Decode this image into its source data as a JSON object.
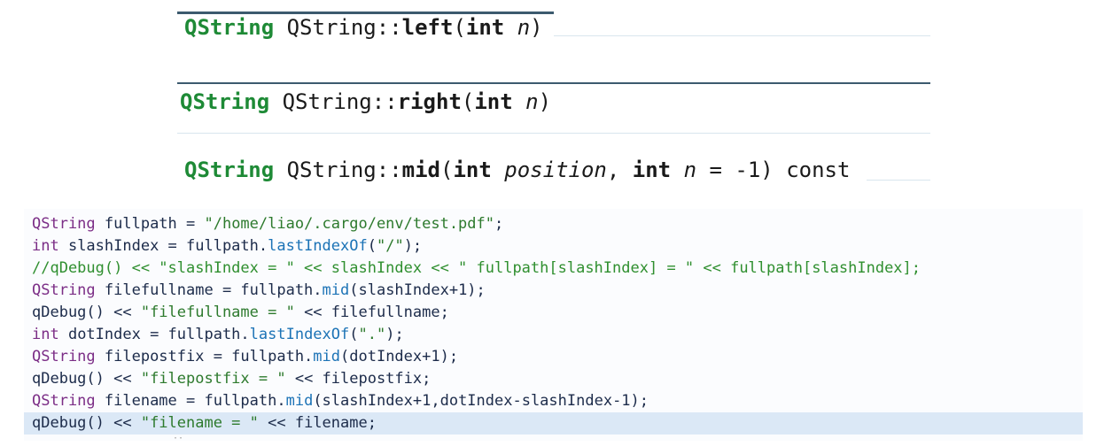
{
  "signatures": [
    {
      "ret": "QString",
      "scope": " QString::",
      "name": "left",
      "open": "(",
      "p1_type": "int",
      "p1_name": "n",
      "close": ")",
      "tail": ""
    },
    {
      "ret": "QString",
      "scope": " QString::",
      "name": "right",
      "open": "(",
      "p1_type": "int",
      "p1_name": "n",
      "close": ")",
      "tail": ""
    },
    {
      "ret": "QString",
      "scope": " QString::",
      "name": "mid",
      "open": "(",
      "p1_type": "int",
      "p1_name": "position",
      "sep": ", ",
      "p2_type": "int",
      "p2_name": "n",
      "p2_default": " = -1",
      "close": ")",
      "tail": " const"
    }
  ],
  "code": {
    "lines": [
      {
        "a": "QString",
        "b": " fullpath = ",
        "c": "\"/home/liao/.cargo/env/test.pdf\"",
        "d": ";"
      },
      {
        "a": "int",
        "b": " slashIndex = fullpath.",
        "f": "lastIndexOf",
        "g": "(",
        "c": "\"/\"",
        "d": ");"
      },
      {
        "comment": "//qDebug() << \"slashIndex = \" << slashIndex << \" fullpath[slashIndex] = \" << fullpath[slashIndex];"
      },
      {
        "a": "QString",
        "b": " filefullname = fullpath.",
        "f": "mid",
        "g": "(slashIndex+1);"
      },
      {
        "x": "qDebug() << ",
        "c": "\"filefullname = \"",
        "d": " << filefullname;"
      },
      {
        "a": "int",
        "b": " dotIndex = fullpath.",
        "f": "lastIndexOf",
        "g": "(",
        "c": "\".\"",
        "d": ");"
      },
      {
        "a": "QString",
        "b": " filepostfix = fullpath.",
        "f": "mid",
        "g": "(dotIndex+1);"
      },
      {
        "x": "qDebug() << ",
        "c": "\"filepostfix = \"",
        "d": " << filepostfix;"
      },
      {
        "a": "QString",
        "b": " filename = fullpath.",
        "f": "mid",
        "g": "(slashIndex+1,dotIndex-slashIndex-1);"
      },
      {
        "x": "qDebug() << ",
        "c": "\"filename = \"",
        "d": " << filename;"
      }
    ],
    "active_line": 9
  },
  "colors": {
    "return_type": "#1e8a36",
    "type_keyword": "#7b2d86",
    "string": "#2d7a2d",
    "comment": "#2f8f2f",
    "method": "#1c73b6",
    "active_line_bg": "#dbe8f6"
  }
}
